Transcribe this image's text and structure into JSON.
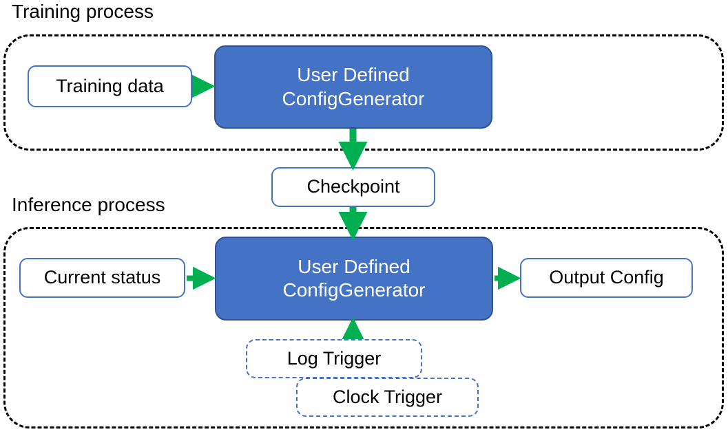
{
  "diagram": {
    "title_visible": false,
    "colors": {
      "process_fill": "#4472C4",
      "process_stroke": "#2F528F",
      "box_outline": "#4472C4",
      "arrow": "#00B050",
      "container_outline": "#000000",
      "text_dark": "#000000",
      "text_light": "#FFFFFF",
      "background": "#FFFFFF"
    },
    "sections": [
      {
        "id": "training",
        "label": "Training process",
        "nodes": [
          {
            "id": "training-data",
            "label": "Training data",
            "style": "outlined"
          },
          {
            "id": "train-generator",
            "label_line1": "User Defined",
            "label_line2": "ConfigGenerator",
            "style": "filled"
          }
        ]
      },
      {
        "id": "inference",
        "label": "Inference process",
        "nodes": [
          {
            "id": "current-status",
            "label": "Current status",
            "style": "outlined"
          },
          {
            "id": "infer-generator",
            "label_line1": "User Defined",
            "label_line2": "ConfigGenerator",
            "style": "filled"
          },
          {
            "id": "output-config",
            "label": "Output Config",
            "style": "outlined"
          },
          {
            "id": "log-trigger",
            "label": "Log Trigger",
            "style": "dashed-outlined"
          },
          {
            "id": "clock-trigger",
            "label": "Clock Trigger",
            "style": "dashed-outlined"
          }
        ]
      }
    ],
    "intermediate_nodes": [
      {
        "id": "checkpoint",
        "label": "Checkpoint",
        "style": "outlined"
      }
    ],
    "edges": [
      {
        "id": "edge-training-data-to-generator",
        "from": "training-data",
        "to": "train-generator",
        "direction": "right"
      },
      {
        "id": "edge-generator-to-checkpoint",
        "from": "train-generator",
        "to": "checkpoint",
        "direction": "down"
      },
      {
        "id": "edge-checkpoint-to-infer-generator",
        "from": "checkpoint",
        "to": "infer-generator",
        "direction": "down"
      },
      {
        "id": "edge-current-status-to-infer-generator",
        "from": "current-status",
        "to": "infer-generator",
        "direction": "right"
      },
      {
        "id": "edge-infer-generator-to-output",
        "from": "infer-generator",
        "to": "output-config",
        "direction": "right"
      },
      {
        "id": "edge-triggers-to-infer-generator",
        "from": "log-trigger",
        "to": "infer-generator",
        "direction": "up"
      }
    ]
  }
}
